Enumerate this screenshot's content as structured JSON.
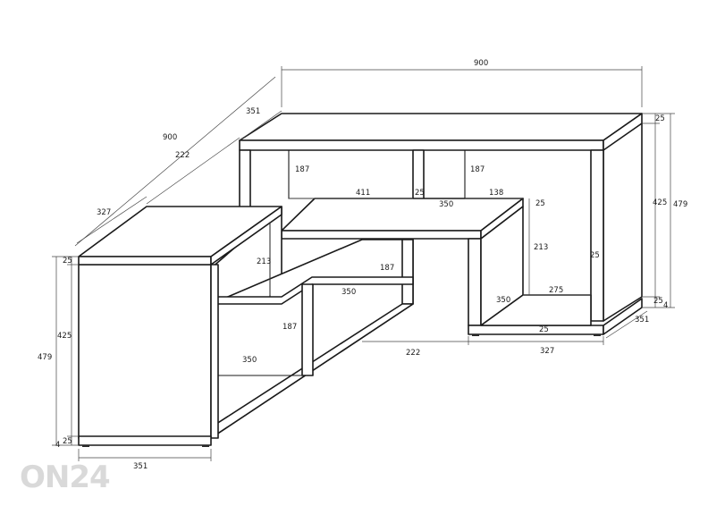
{
  "watermark": "ON24",
  "dimensions": {
    "top_width": "900",
    "left_diagonal_length": "900",
    "top_diagonal_depth": "351",
    "mid_diagonal": "222",
    "left_top_diagonal": "327",
    "right_top_thickness": "25",
    "right_inner_height": "425",
    "right_total_height": "479",
    "right_bottom_thickness": "25",
    "right_foot": "4",
    "right_bottom_depth": "351",
    "bottom_right_width": "327",
    "bottom_mid": "222",
    "back_upper_shelf_height": "187",
    "back_upper_shelf_height_2": "187",
    "back_shelf_length": "411",
    "back_divider": "25",
    "right_shelf_depth": "350",
    "right_small_shelf": "138",
    "right_small_thickness": "25",
    "right_lower_height": "213",
    "right_side_thickness": "25",
    "right_bottom_shelf": "275",
    "right_lower_depth": "350",
    "right_base_thickness": "25",
    "left_top_thickness": "25",
    "left_inner_height": "425",
    "left_total_height": "479",
    "left_bottom_thickness": "25",
    "left_foot": "4",
    "left_bottom_depth": "351",
    "left_upper_height": "213",
    "mid_upper_height": "187",
    "mid_shelf_depth": "350",
    "left_lower_height": "187",
    "left_lower_shelf": "350"
  }
}
